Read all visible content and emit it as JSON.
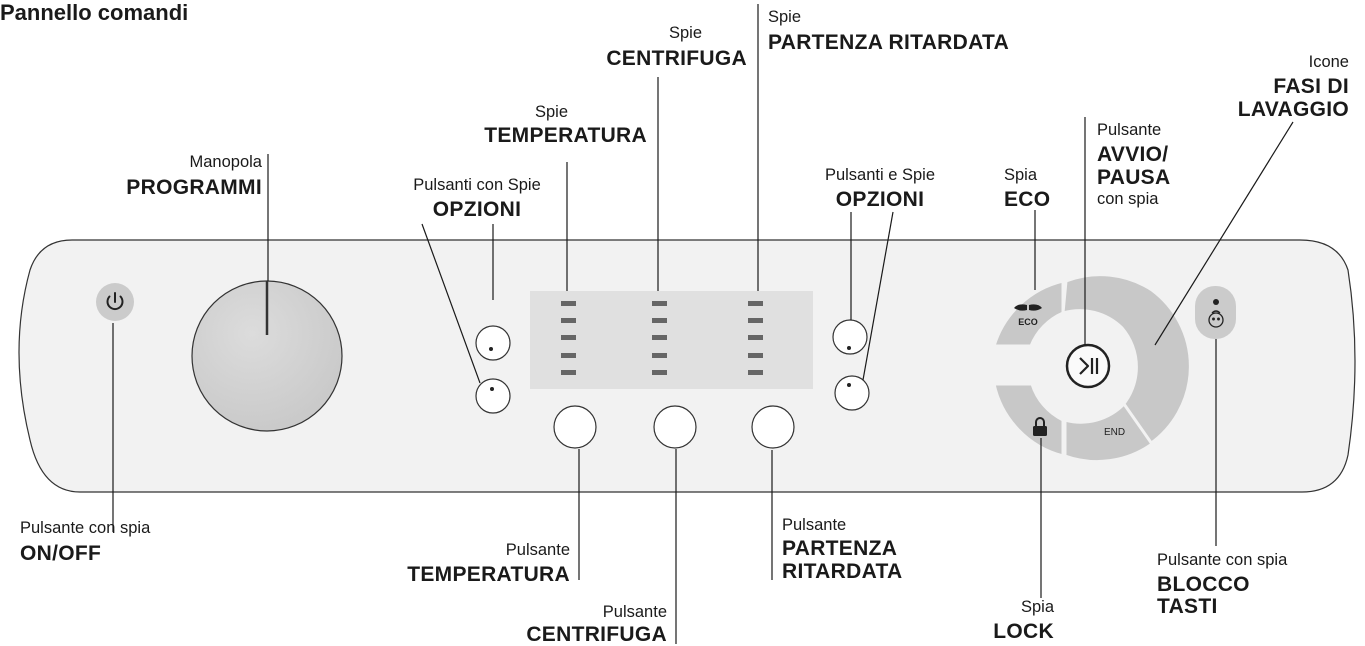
{
  "title": "Pannello comandi",
  "labels": {
    "programmi": {
      "small": "Manopola",
      "bold": "PROGRAMMI"
    },
    "opzioni_left": {
      "small": "Pulsanti con Spie",
      "bold": "OPZIONI"
    },
    "spie_temperatura": {
      "small": "Spie",
      "bold": "TEMPERATURA"
    },
    "spie_centrifuga": {
      "small": "Spie",
      "bold": "CENTRIFUGA"
    },
    "spie_partenza": {
      "small": "Spie",
      "bold": "PARTENZA RITARDATA"
    },
    "opzioni_right": {
      "small": "Pulsanti e Spie",
      "bold": "OPZIONI"
    },
    "eco": {
      "small": "Spia",
      "bold": "ECO"
    },
    "avvio": {
      "small": "Pulsante",
      "bold1": "AVVIO/",
      "bold2": "PAUSA",
      "small2": "con spia"
    },
    "fasi": {
      "small": "Icone",
      "bold1": "FASI DI",
      "bold2": "LAVAGGIO"
    },
    "onoff": {
      "small": "Pulsante con spia",
      "bold": "ON/OFF"
    },
    "puls_temperatura": {
      "small": "Pulsante",
      "bold": "TEMPERATURA"
    },
    "puls_centrifuga": {
      "small": "Pulsante",
      "bold": "CENTRIFUGA"
    },
    "puls_partenza": {
      "small": "Pulsante",
      "bold1": "PARTENZA",
      "bold2": "RITARDATA"
    },
    "lock": {
      "small": "Spia",
      "bold": "LOCK"
    },
    "blocco": {
      "small": "Pulsante con spia",
      "bold1": "BLOCCO",
      "bold2": "TASTI"
    }
  },
  "panel": {
    "eco_icon_text": "ECO",
    "end_icon_text": "END",
    "play_pause_icon": "play-pause-icon",
    "power_icon": "power-icon",
    "lock_icon": "padlock-icon",
    "child_lock_icon": "child-face-icon"
  },
  "colors": {
    "panel_fill": "#f2f2f2",
    "panel_stroke": "#333333",
    "display_fill": "#e0e0e0",
    "led": "#666666",
    "ring": "#c8c8c8",
    "button_gray": "#c6c6c6"
  }
}
